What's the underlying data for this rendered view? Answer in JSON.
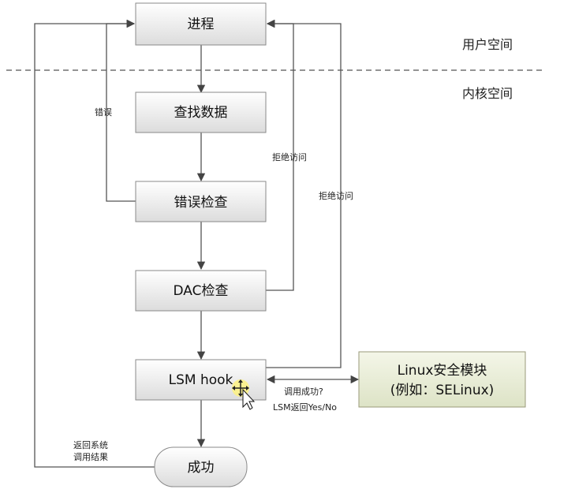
{
  "regions": {
    "user_space": "用户空间",
    "kernel_space": "内核空间"
  },
  "boxes": {
    "process": "进程",
    "lookup": "查找数据",
    "error_check": "错误检查",
    "dac_check": "DAC检查",
    "lsm_hook": "LSM hook",
    "success": "成功"
  },
  "lsm_module": {
    "line1": "Linux安全模块",
    "line2": "(例如：SELinux)"
  },
  "labels": {
    "error": "错误",
    "deny_access_1": "拒绝访问",
    "deny_access_2": "拒绝访问",
    "call_success_q": "调用成功?",
    "lsm_returns": "LSM返回Yes/No",
    "return_syscall_1": "返回系统",
    "return_syscall_2": "调用结果"
  },
  "colors": {
    "box_top": "#ffffff",
    "box_bottom": "#dcdcdc",
    "lsm_top": "#f4f6e8",
    "lsm_bottom": "#dde3c6",
    "line": "#555555"
  },
  "cursor_icon": "move-cursor-icon"
}
